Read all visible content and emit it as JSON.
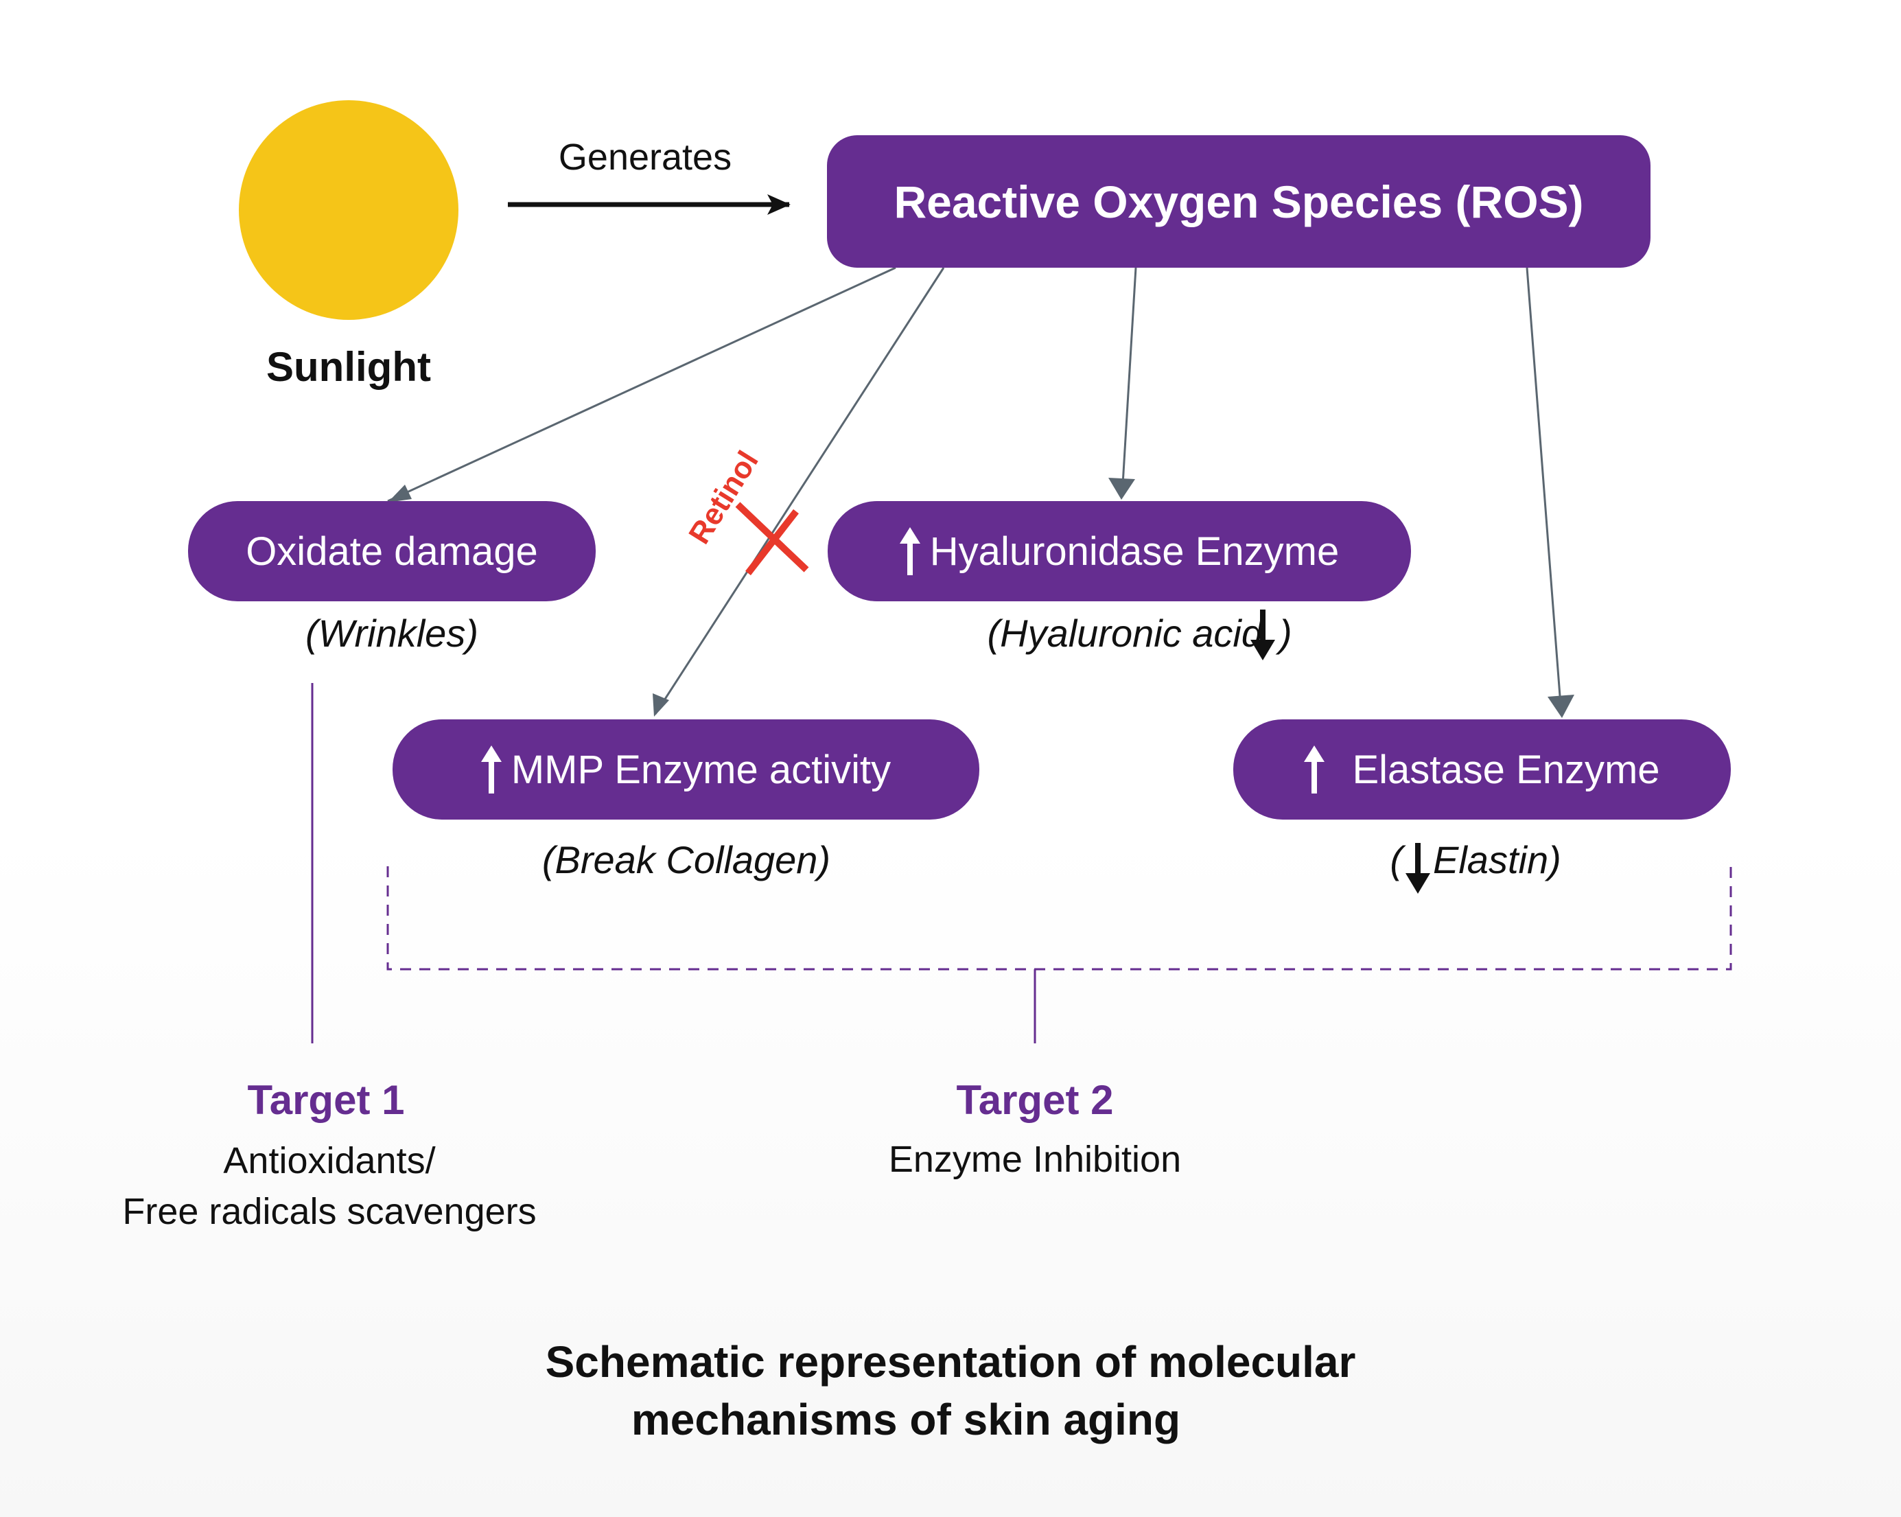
{
  "sun": {
    "label": "Sunlight",
    "color": "#f5c518"
  },
  "generates_label": "Generates",
  "ros": {
    "label": "Reactive Oxygen Species (ROS)"
  },
  "nodes": {
    "oxidate": {
      "label": "Oxidate damage",
      "caption": "(Wrinkles)"
    },
    "hyaluronidase": {
      "label": "Hyaluronidase Enzyme",
      "caption_pre": "(Hyaluronic acid",
      "caption_post": ")"
    },
    "mmp": {
      "label": "MMP Enzyme activity",
      "caption": "(Break Collagen)"
    },
    "elastase": {
      "label": "Elastase Enzyme",
      "caption_pre": "(",
      "caption_post": "Elastin)"
    }
  },
  "retinol_label": "Retinol",
  "targets": {
    "t1": {
      "title": "Target 1",
      "line1": "Antioxidants/",
      "line2": "Free radicals scavengers"
    },
    "t2": {
      "title": "Target 2",
      "line1": "Enzyme Inhibition"
    }
  },
  "title": {
    "line1": "Schematic representation of molecular",
    "line2": "mechanisms of skin aging"
  },
  "colors": {
    "purple": "#652d90",
    "connector": "#5a6670",
    "inhibit": "#e8392b"
  }
}
